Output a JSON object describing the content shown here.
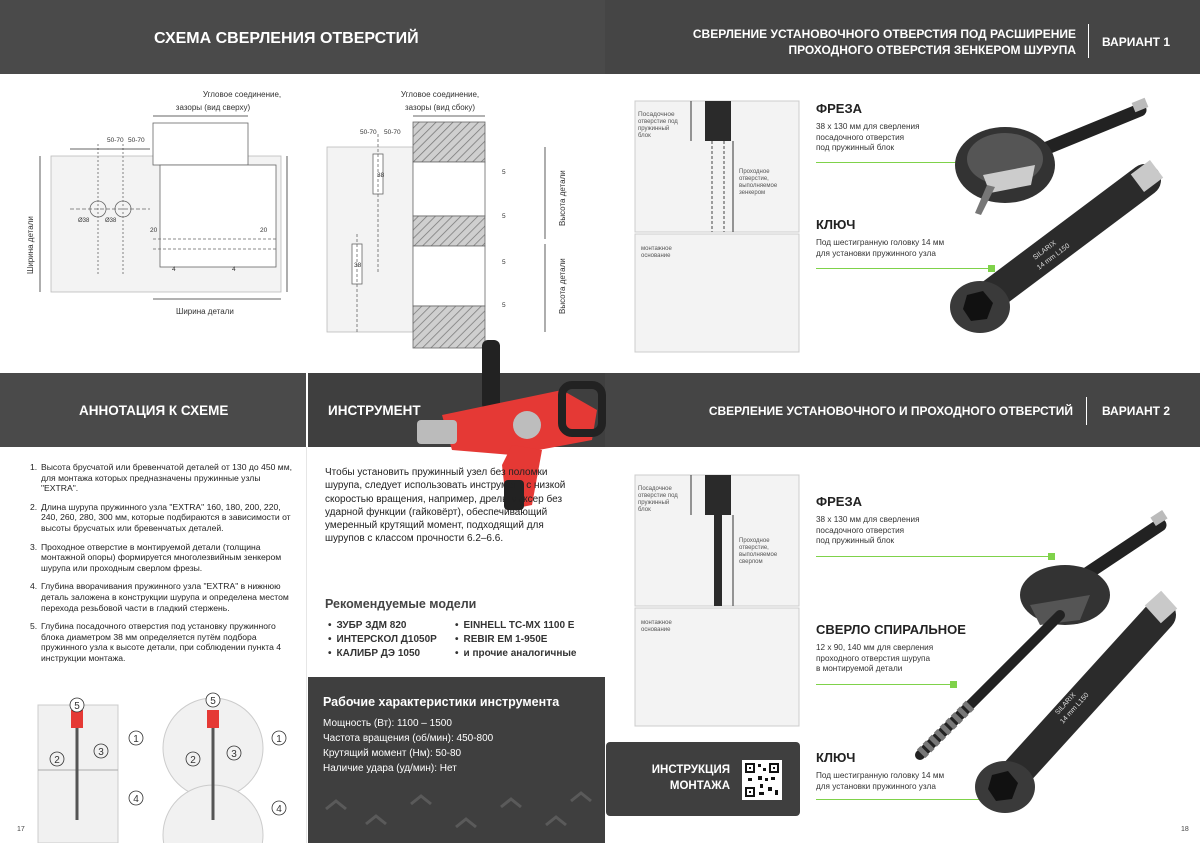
{
  "header": {
    "scheme_title": "СХЕМА СВЕРЛЕНИЯ ОТВЕРСТИЙ",
    "variant1_title_line1": "СВЕРЛЕНИЕ УСТАНОВОЧНОГО ОТВЕРСТИЯ ПОД РАСШИРЕНИЕ",
    "variant1_title_line2": "ПРОХОДНОГО ОТВЕРСТИЯ ЗЕНКЕРОМ ШУРУПА",
    "variant1_label": "ВАРИАНТ 1",
    "annotation_title": "АННОТАЦИЯ К СХЕМЕ",
    "tool_title": "ИНСТРУМЕНТ",
    "variant2_title": "СВЕРЛЕНИЕ УСТАНОВОЧНОГО  И ПРОХОДНОГО ОТВЕРСТИЙ",
    "variant2_label": "ВАРИАНТ 2"
  },
  "diagram_top": {
    "corner_title_1": "Угловое соединение,",
    "corner_title_2": "зазоры (вид сверху)",
    "side_title_1": "Угловое соединение,",
    "side_title_2": "зазоры (вид сбоку)",
    "width_label": "Ширина детали",
    "height_label": "Высота детали",
    "dim_5070": "50-70",
    "dim_20": "20",
    "dim_4": "4",
    "dim_5": "5",
    "dim_38": "38",
    "dim_phi38": "Ø38"
  },
  "diagram_variant": {
    "seat_label_1": "Посадочное",
    "seat_label_2": "отверстие под",
    "seat_label_3": "пружинный",
    "seat_label_4": "блок",
    "pass_label_1": "Проходное",
    "pass_label_2": "отверстие,",
    "pass_label_3": "выполняемое",
    "pass_label_v1": "зенкером",
    "pass_label_v2": "сверлом",
    "base_label_1": "монтажное",
    "base_label_2": "основание"
  },
  "products_v1": {
    "mill_title": "ФРЕЗА",
    "mill_desc_1": "38 х 130 мм для сверления",
    "mill_desc_2": "посадочного отверстия",
    "mill_desc_3": "под пружинный блок",
    "key_title": "КЛЮЧ",
    "key_desc_1": "Под шестигранную головку 14 мм",
    "key_desc_2": "для установки пружинного узла"
  },
  "products_v2": {
    "mill_title": "ФРЕЗА",
    "mill_desc_1": "38 х 130 мм для сверления",
    "mill_desc_2": "посадочного отверстия",
    "mill_desc_3": "под пружинный блок",
    "drill_title": "СВЕРЛО СПИРАЛЬНОЕ",
    "drill_desc_1": "12 х 90, 140 мм для сверления",
    "drill_desc_2": "проходного отверстия шурупа",
    "drill_desc_3": "в монтируемой детали",
    "key_title": "КЛЮЧ",
    "key_desc_1": "Под шестигранную головку 14 мм",
    "key_desc_2": "для установки пружинного узла"
  },
  "annotation": [
    {
      "num": "1.",
      "text": "Высота брусчатой или бревенчатой деталей от 130 до 450 мм, для монтажа которых предназначены пружинные узлы \"EXTRA\"."
    },
    {
      "num": "2.",
      "text": "Длина шурупа пружинного узла \"EXTRA\" 160, 180, 200, 220, 240, 260, 280, 300 мм, которые подбираются в зависимости от высоты брусчатых или бревенчатых деталей."
    },
    {
      "num": "3.",
      "text": "Проходное отверстие в монтируемой детали (толщина монтажной опоры) формируется многолезвийным зенкером шурупа или проходным сверлом фрезы."
    },
    {
      "num": "4.",
      "text": "Глубина вворачивания пружинного узла \"EXTRA\" в нижнюю деталь заложена в конструкции шурупа и определена местом перехода резьбовой части в гладкий стержень."
    },
    {
      "num": "5.",
      "text": "Глубина посадочного отверстия под установку пружинного блока диаметром 38 мм определяется путём подбора пружинного узла к высоте детали, при соблюдении пункта 4 инструкции монтажа."
    }
  ],
  "callouts": {
    "c1": "1",
    "c2": "2",
    "c3": "3",
    "c4": "4",
    "c5": "5"
  },
  "tool": {
    "text": "Чтобы установить пружинный узел  без поломки шурупа, следует использовать инструмент с низкой скоростью вращения, например, дрель-миксер без ударной функции (гайковёрт), обеспечивающий умеренный крутящий момент, подходящий для шурупов с классом прочности 6.2–6.6.",
    "models_title": "Рекомендуемые модели",
    "models_left": [
      "ЗУБР ЗДМ 820",
      "ИНТЕРСКОЛ Д1050Р",
      "КАЛИБР ДЭ 1050"
    ],
    "models_right": [
      "EINHELL TC-MX 1100 E",
      "REBIR EM 1-950E",
      "и прочие аналогичные"
    ]
  },
  "characteristics": {
    "title": "Рабочие характеристики инструмента",
    "power": "Мощность (Вт): 1100 – 1500",
    "speed": "Частота вращения (об/мин): 450-800",
    "torque": "Крутящий момент (Нм): 50-80",
    "impact": "Наличие удара (уд/мин): Нет"
  },
  "instruction": {
    "line1": "ИНСТРУКЦИЯ",
    "line2": "МОНТАЖА"
  },
  "key_engraving": {
    "brand": "SILARIX",
    "size": "14 mm L150"
  },
  "pages": {
    "left": "17",
    "right": "18"
  },
  "colors": {
    "dark_bar": "#4a4a4a",
    "accent_green": "#7fd24a",
    "drill_red": "#e53935"
  }
}
